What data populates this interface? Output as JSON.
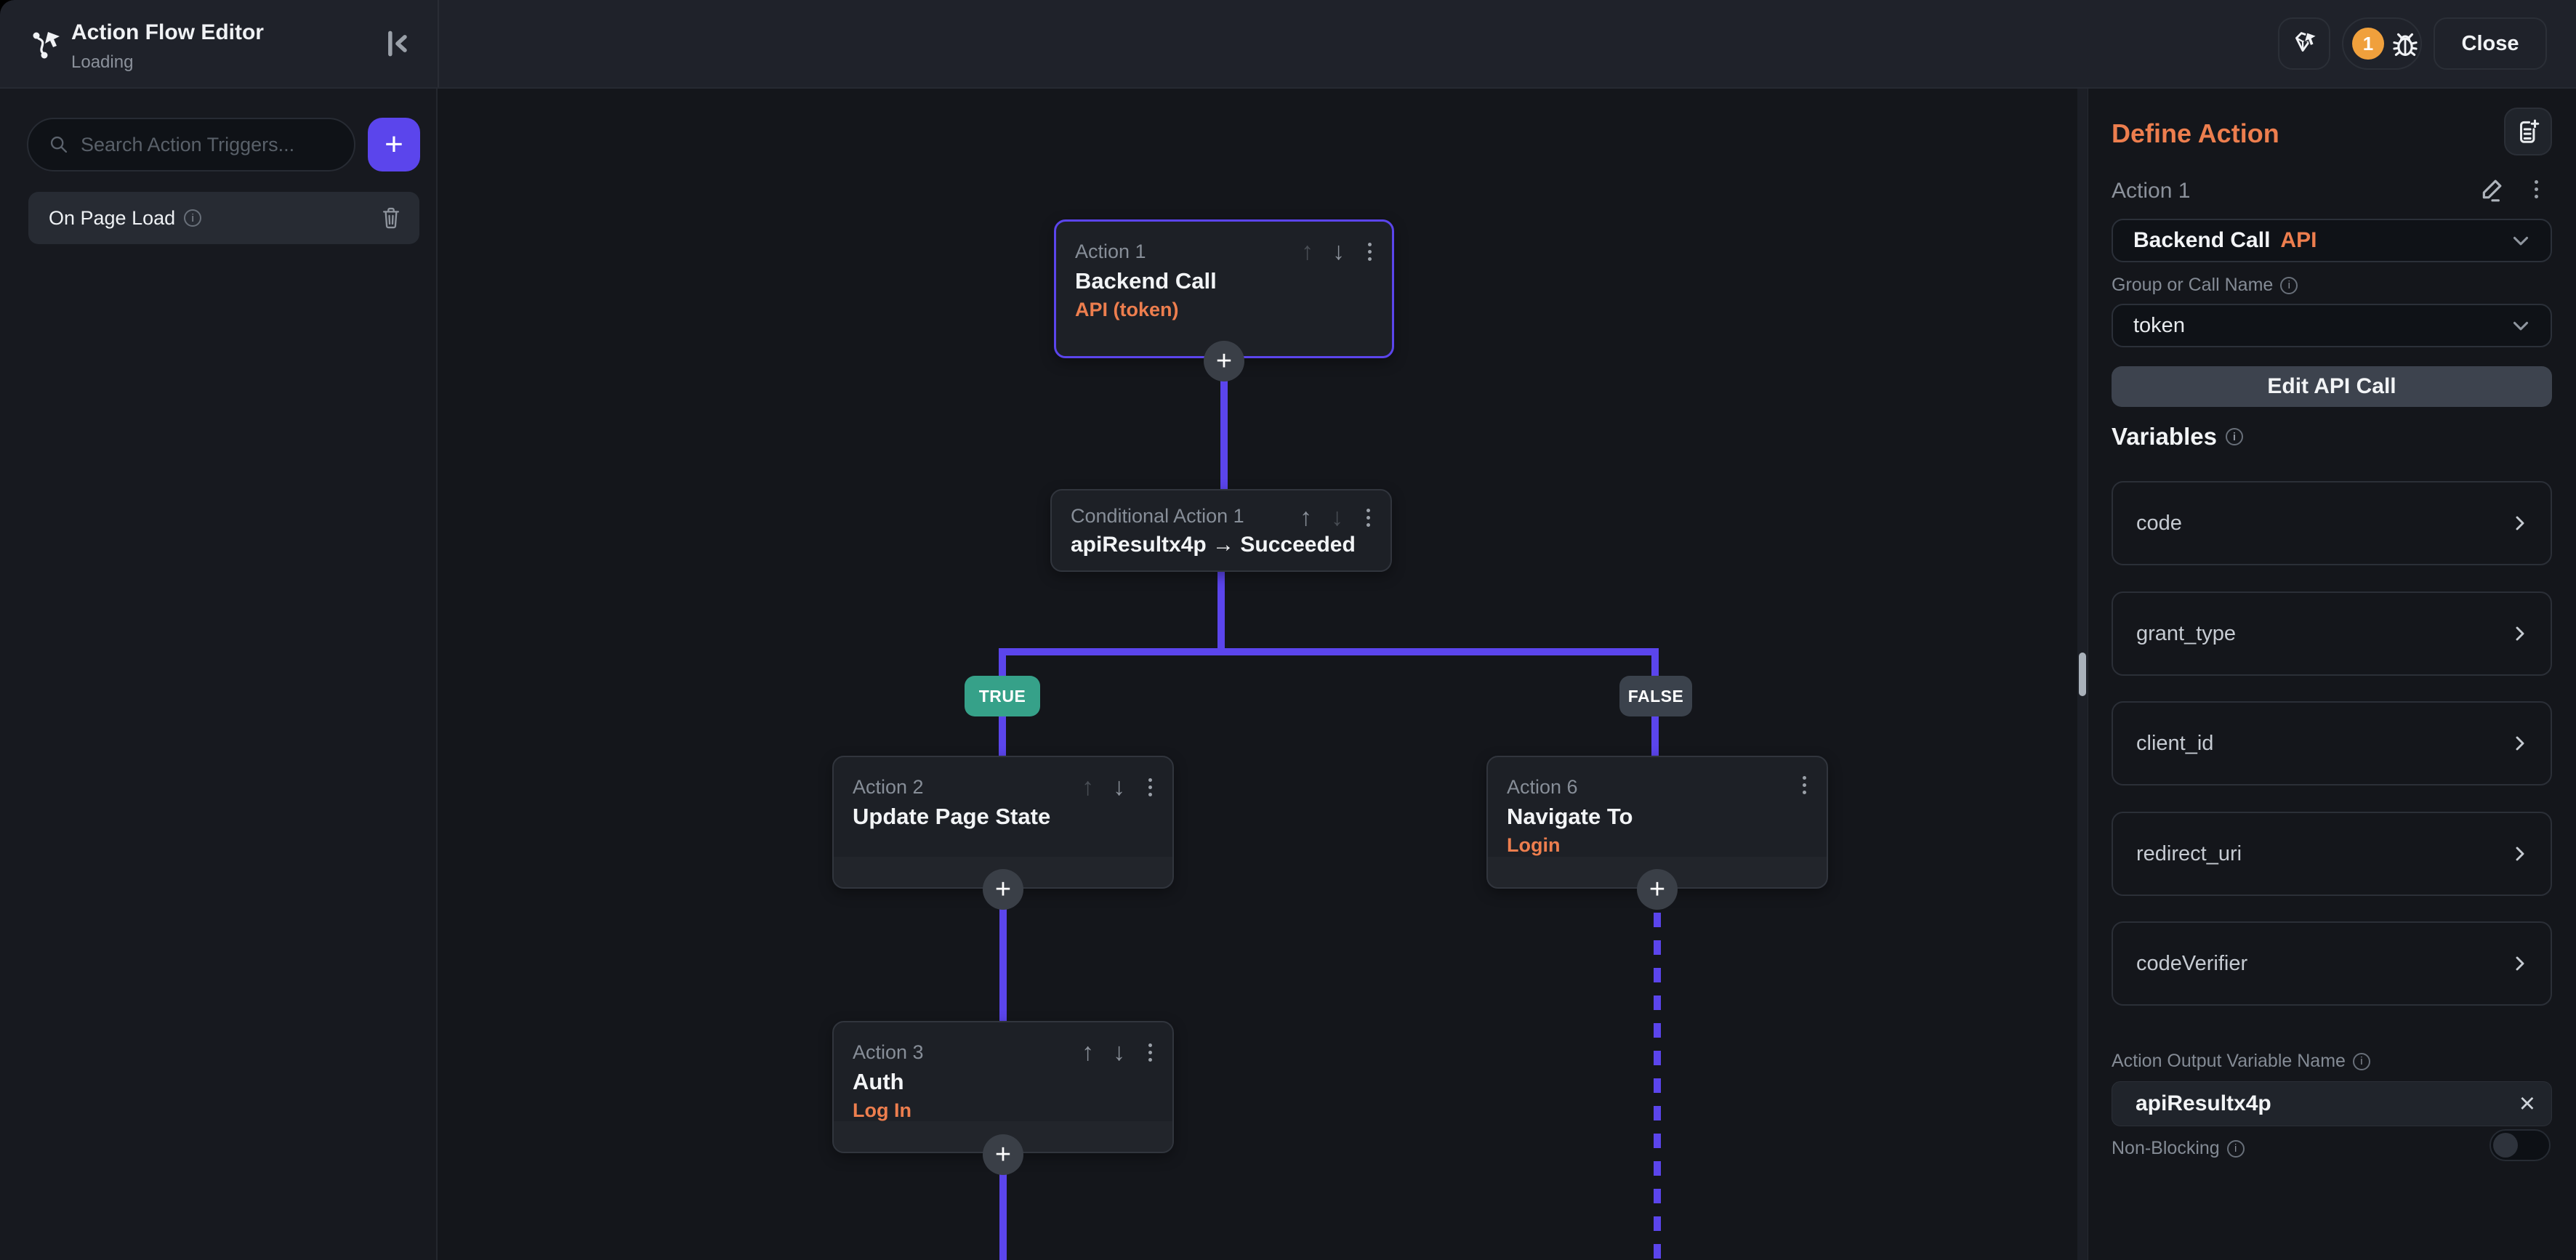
{
  "topbar": {
    "title": "Action Flow Editor",
    "subtitle": "Loading",
    "issue_count": "1",
    "close_label": "Close"
  },
  "sidebar": {
    "search_placeholder": "Search Action Triggers...",
    "triggers": [
      {
        "label": "On Page Load"
      }
    ]
  },
  "canvas": {
    "branch_true": "TRUE",
    "branch_false": "FALSE",
    "nodes": {
      "action1": {
        "label": "Action 1",
        "title": "Backend Call",
        "subtitle": "API (token)"
      },
      "conditional1": {
        "label": "Conditional Action 1",
        "title": "apiResultx4p → Succeeded"
      },
      "action2": {
        "label": "Action 2",
        "title": "Update Page State"
      },
      "action6": {
        "label": "Action 6",
        "title": "Navigate To",
        "subtitle": "Login"
      },
      "action3": {
        "label": "Action 3",
        "title": "Auth",
        "subtitle": "Log In"
      }
    }
  },
  "panel": {
    "title": "Define Action",
    "action_label": "Action 1",
    "action_type": "Backend Call",
    "action_type_tag": "API",
    "group_label": "Group or Call Name",
    "group_value": "token",
    "edit_button": "Edit API Call",
    "variables_title": "Variables",
    "variables": [
      "code",
      "grant_type",
      "client_id",
      "redirect_uri",
      "codeVerifier"
    ],
    "output_label": "Action Output Variable Name",
    "output_value": "apiResultx4p",
    "nonblocking_label": "Non-Blocking"
  },
  "icons": {
    "add": "+",
    "clear": "×",
    "up": "↑",
    "down": "↓"
  },
  "colors": {
    "accent_purple": "#5b45ec",
    "accent_orange": "#ed7e4e",
    "badge_orange": "#f0a03c",
    "true_teal": "#36a189",
    "false_gray": "#3b424c"
  }
}
